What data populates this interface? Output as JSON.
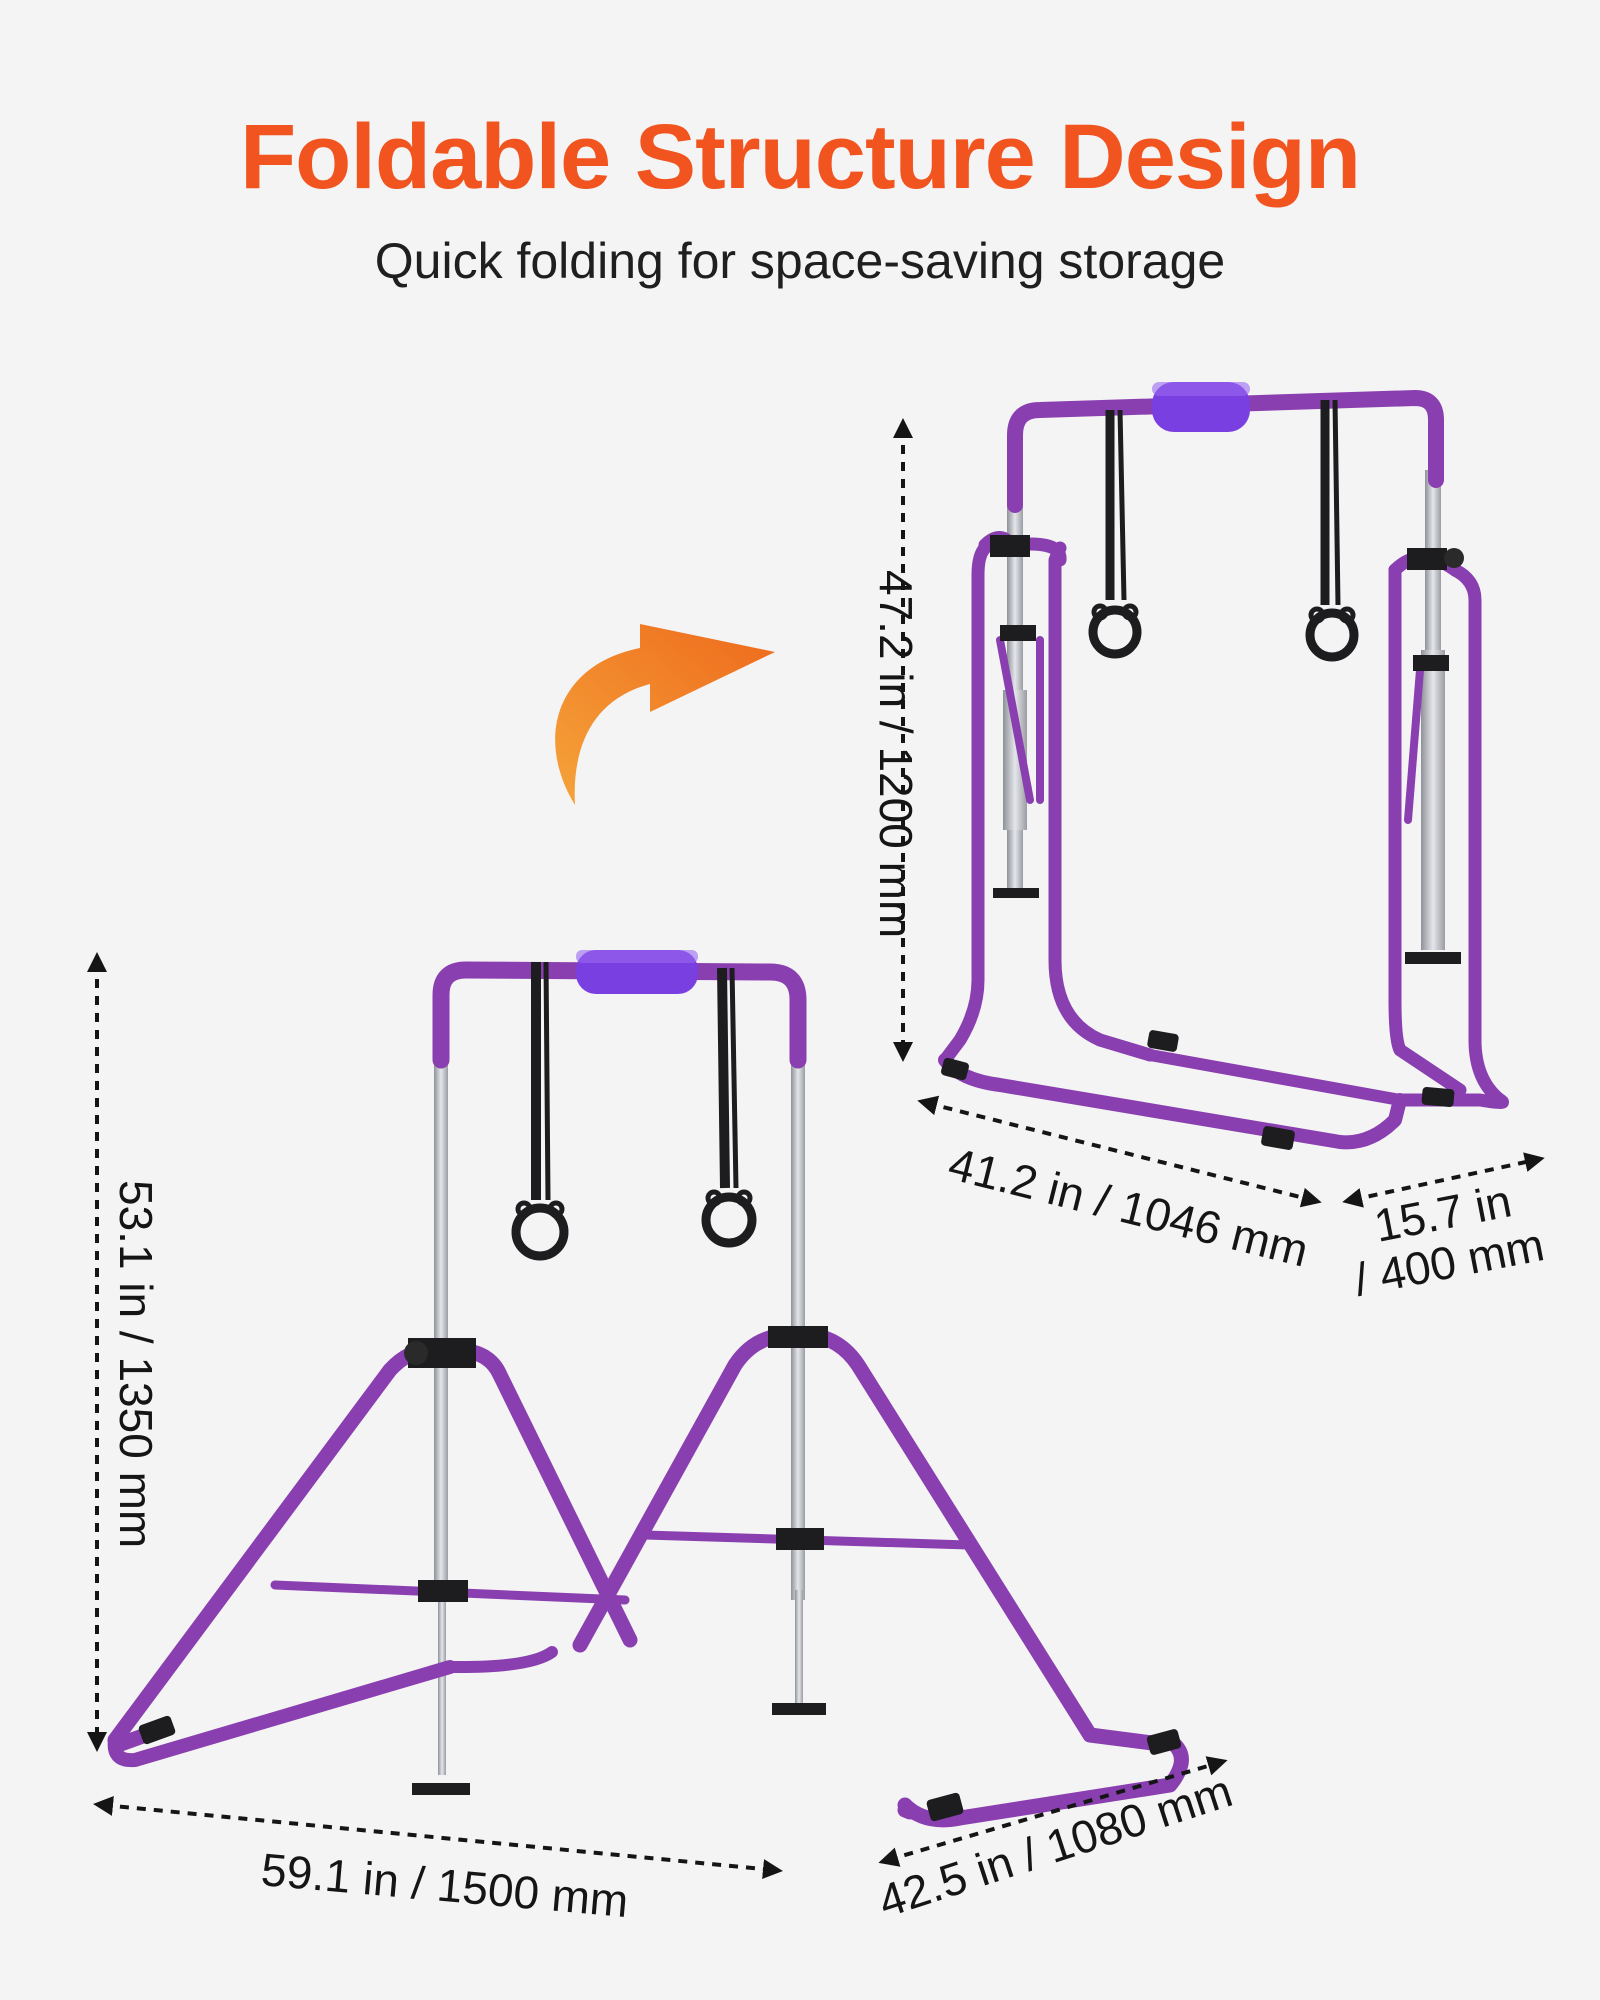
{
  "header": {
    "title": "Foldable Structure Design",
    "subtitle": "Quick folding for space-saving storage"
  },
  "colors": {
    "title": "#f2541f",
    "frame": "#8a3fb0",
    "frame_dark": "#6f2c94",
    "pad": "#7a3fe0",
    "pole": "#b9bcc3",
    "arrow": "#f07a22"
  },
  "folded": {
    "height": "47.2 in / 1200 mm",
    "width": "41.2 in / 1046 mm",
    "depth_line1": "15.7 in",
    "depth_line2": "/ 400 mm"
  },
  "unfolded": {
    "height": "53.1 in / 1350 mm",
    "width": "59.1 in / 1500 mm",
    "depth": "42.5 in / 1080 mm"
  }
}
